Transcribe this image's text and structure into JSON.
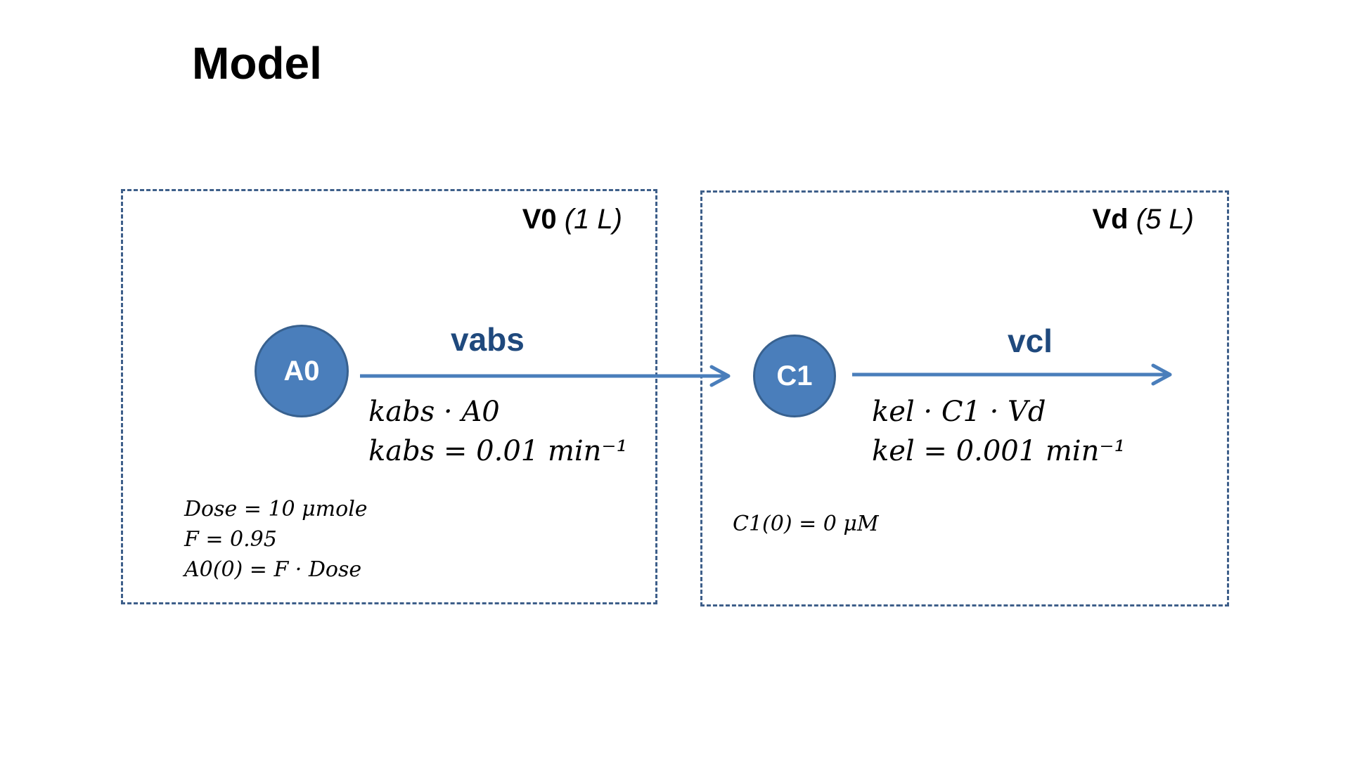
{
  "title": "Model",
  "compartments": [
    {
      "id": "V0",
      "name": "V0",
      "volume": "(1 L)"
    },
    {
      "id": "Vd",
      "name": "Vd",
      "volume": "(5 L)"
    }
  ],
  "species": [
    {
      "id": "A0",
      "label": "A0"
    },
    {
      "id": "C1",
      "label": "C1"
    }
  ],
  "reactions": [
    {
      "id": "vabs",
      "name": "vabs",
      "rate_law": "kabs · A0",
      "parameter": "kabs = 0.01 min⁻¹"
    },
    {
      "id": "vcl",
      "name": "vcl",
      "rate_law": "kel · C1 · Vd",
      "parameter": "kel = 0.001 min⁻¹"
    }
  ],
  "initial_conditions": {
    "dose": "Dose = 10 μmole",
    "f": "F = 0.95",
    "a0": "A0(0) = F · Dose",
    "c1": "C1(0) = 0 μM"
  },
  "colors": {
    "species_fill": "#4a7ebb",
    "species_border": "#38618f",
    "arrow": "#4a7ebb",
    "reaction_label": "#1f497d",
    "compartment_border": "#3e5f8a"
  }
}
